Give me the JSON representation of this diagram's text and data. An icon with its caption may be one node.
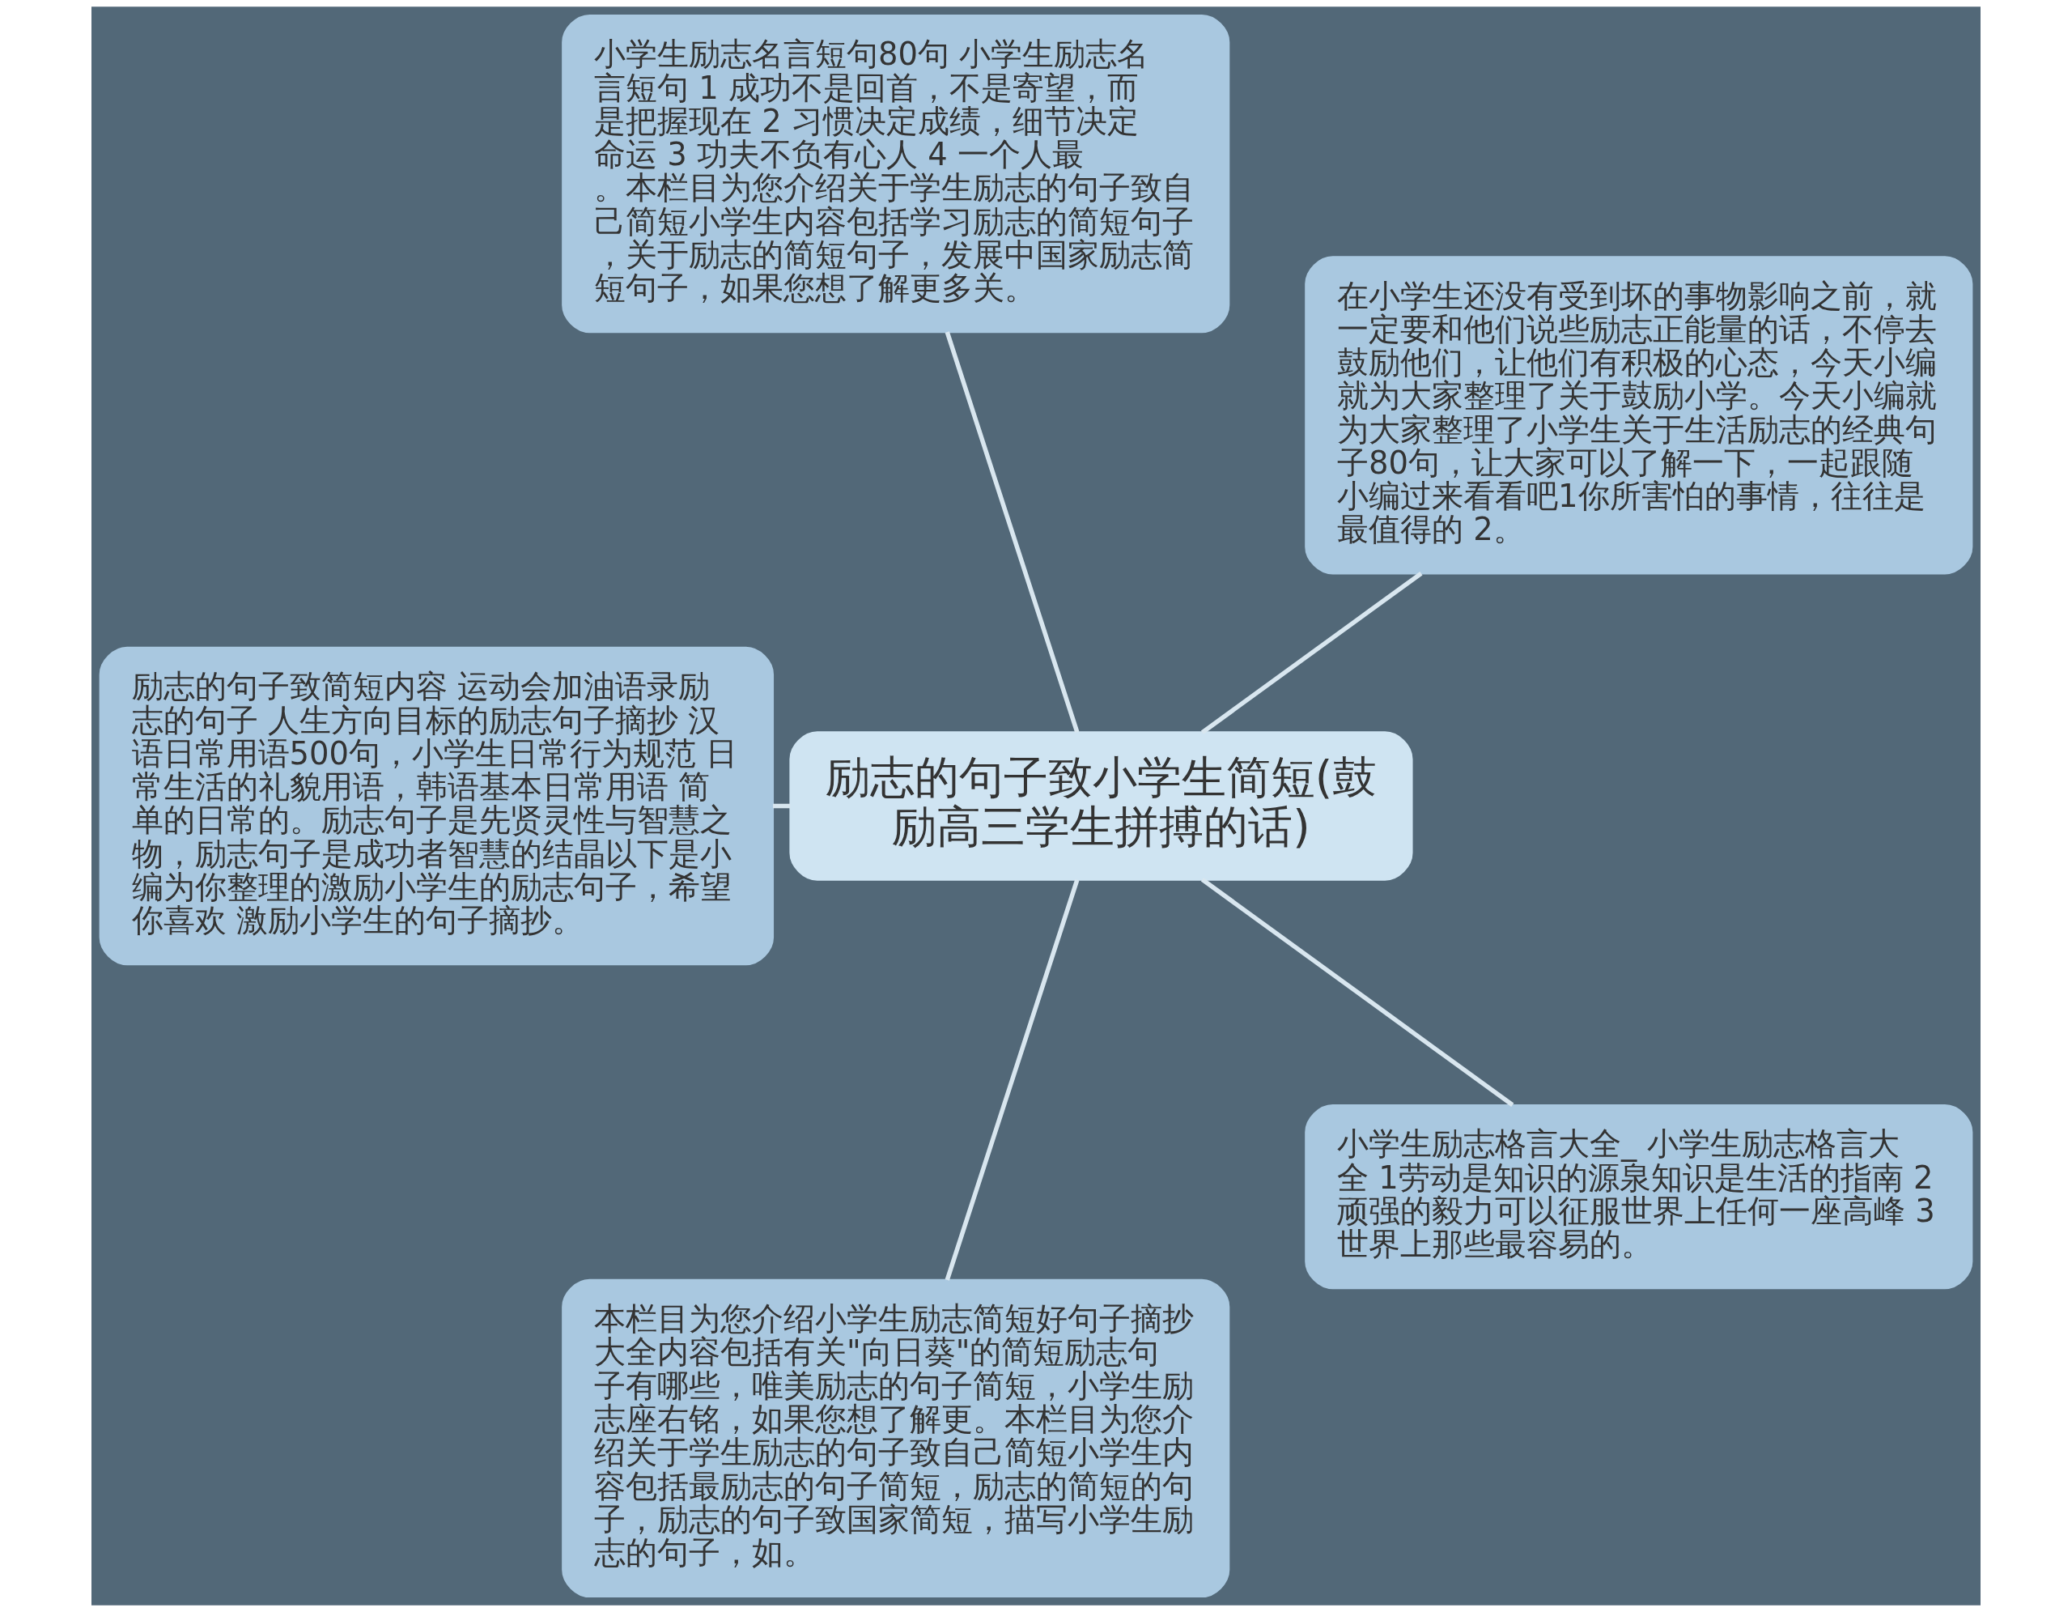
{
  "diagram": {
    "nodes": [
      {
        "text": [
          "励志的句子致小学生简短(鼓励高三学生拼搏的话)"
        ]
      },
      {
        "text": [
          "在小学生还没有受到坏的事物影响之前，就一定要和他们说些励志正能量的话，不停去鼓励他们，让他们有积极的心态，今天小编就为大家整理了关于鼓励小学。今天小编就为大家整理了小学生关于生活励志的经典句子80句，让大家可以了解一下，一起跟随小编过来看看吧1你所害怕的事情，往往是最值得的 2。"
        ]
      },
      {
        "text": [
          "小学生励志名言短句80句 小学生励志名言短句 1 成功不是回首，不是寄望，而是把握现在 2 习惯决定成绩，细节决定命运 3 功夫不负有心人 4 一个人最。本栏目为您介绍关于学生励志的句子致自己简短小学生内容包括学习励志的简短句子，关于励志的简短句子，发展中国家励志简短句子，如果您想了解更多关。"
        ]
      },
      {
        "text": [
          "励志的句子致简短内容 运动会加油语录励志的句子 人生方向目标的励志句子摘抄 汉语日常用语500句，小学生日常行为规范 日常生活的礼貌用语，韩语基本日常用语 简单的日常的。励志句子是先贤灵性与智慧之物，励志句子是成功者智慧的结晶以下是小编为你整理的激励小学生的励志句子，希望你喜欢 激励小学生的句子摘抄。"
        ]
      },
      {
        "text": [
          "本栏目为您介绍小学生励志简短好句子摘抄大全内容包括有关\"向日葵\"的简短励志句子有哪些，唯美励志的句子简短，小学生励志座右铭，如果您想了解更。本栏目为您介绍关于学生励志的句子致自己简短小学生内容包括最励志的句子简短，励志的简短的句子，励志的句子致国家简短，描写小学生励志的句子，如。"
        ]
      },
      {
        "text": [
          "小学生励志格言大全_ 小学生励志格言大全 1劳动是知识的源泉知识是生活的指南 2顽强的毅力可以征服世界上任何一座高峰 3世界上那些最容易的。"
        ]
      }
    ],
    "edges": [
      {
        "from": 0,
        "to": 1,
        "arrow": "none"
      },
      {
        "from": 0,
        "to": 2,
        "arrow": "none"
      },
      {
        "from": 0,
        "to": 3,
        "arrow": "none"
      },
      {
        "from": 0,
        "to": 4,
        "arrow": "none"
      },
      {
        "from": 0,
        "to": 5,
        "arrow": "none"
      }
    ]
  }
}
